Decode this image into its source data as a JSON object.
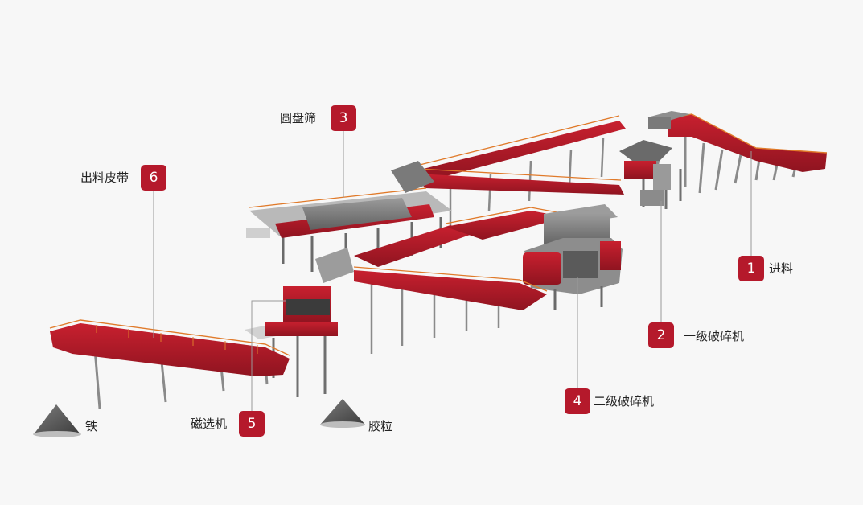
{
  "labels": [
    {
      "num": "1",
      "text": "进料"
    },
    {
      "num": "2",
      "text": "一级破碎机"
    },
    {
      "num": "3",
      "text": "圆盘筛"
    },
    {
      "num": "4",
      "text": "二级破碎机"
    },
    {
      "num": "5",
      "text": "磁选机"
    },
    {
      "num": "6",
      "text": "出料皮带"
    }
  ],
  "outputs": [
    {
      "text": "铁"
    },
    {
      "text": "胶粒"
    }
  ],
  "colors": {
    "accent": "#b5192b",
    "machine_red": "#b5192b",
    "steel": "#7a7a7a",
    "rail": "#e07a2a",
    "leader": "#9a9a9a"
  }
}
